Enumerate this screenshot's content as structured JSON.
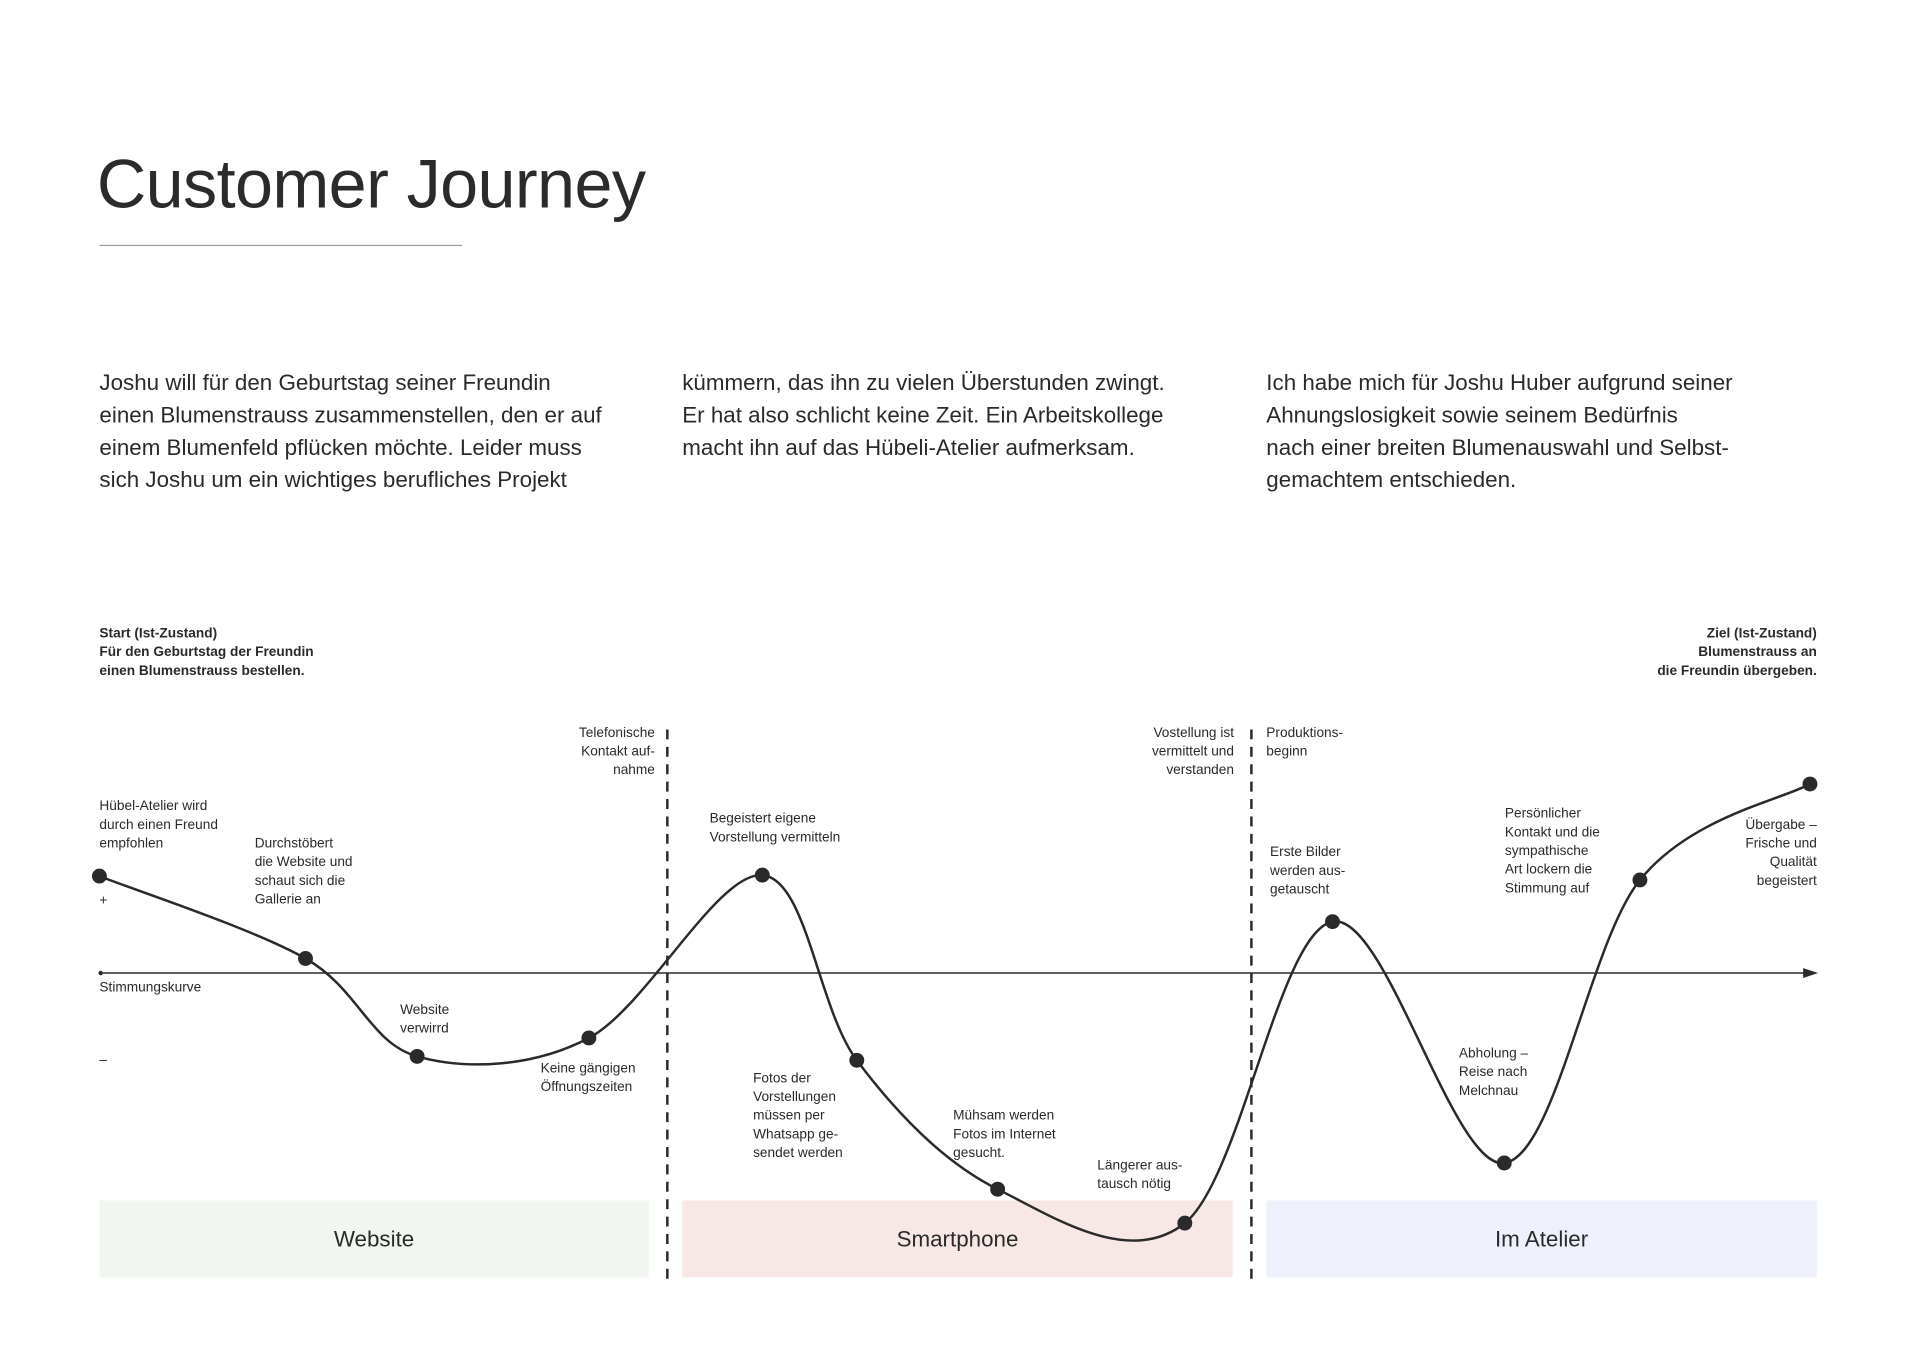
{
  "title": "Customer Journey",
  "paragraphs": [
    "Joshu will für den Geburtstag seiner Freundin\neinen Blumenstrauss zusammenstellen, den er auf\neinem Blumenfeld pflücken möchte. Leider muss\nsich Joshu um ein wichtiges berufliches Projekt",
    "kümmern, das ihn zu vielen Überstunden zwingt.\nEr hat also schlicht keine Zeit. Ein Arbeitskollege\nmacht ihn auf das Hübeli-Atelier aufmerksam.",
    "Ich habe mich für Joshu Huber aufgrund seiner\nAhnungslosigkeit sowie seinem Bedürfnis\nnach einer breiten Blumenauswahl und Selbst-\ngemachtem entschieden."
  ],
  "chart_data": {
    "type": "line",
    "title": "Stimmungskurve",
    "axis_label": "Stimmungskurve",
    "plus_label": "+",
    "minus_label": "–",
    "start": "Start (Ist-Zustand)\nFür den Geburtstag der Freundin\neinen Blumenstrauss bestellen.",
    "goal": "Ziel (Ist-Zustand)\nBlumenstrauss an\ndie Freundin übergeben.",
    "x_range": [
      0,
      1
    ],
    "y_range": [
      -3,
      2.5
    ],
    "points": [
      {
        "t": 0.0,
        "mood": 1.0,
        "label": "Hübel-Atelier wird\ndurch einen Freund\nempfohlen"
      },
      {
        "t": 0.12,
        "mood": 0.15,
        "label": "Durchstöbert\ndie Website und\nschaut sich die\nGallerie an"
      },
      {
        "t": 0.185,
        "mood": -0.86,
        "label": "Website\nverwirrd"
      },
      {
        "t": 0.285,
        "mood": -0.67,
        "label": "Keine gängigen\nÖffnungszeiten"
      },
      {
        "t": 0.386,
        "mood": 1.01,
        "label": "Begeistert eigene\nVorstellung vermitteln"
      },
      {
        "t": 0.441,
        "mood": -0.9,
        "label": "Fotos der\nVorstellungen\nmüssen per\nWhatsapp ge-\nsendet werden"
      },
      {
        "t": 0.523,
        "mood": -2.23,
        "label": "Mühsam werden\nFotos im Internet\ngesucht."
      },
      {
        "t": 0.632,
        "mood": -2.58,
        "label": "Längerer aus-\ntausch nötig"
      },
      {
        "t": 0.718,
        "mood": 0.53,
        "label": "Erste Bilder\nwerden aus-\ngetauscht"
      },
      {
        "t": 0.818,
        "mood": -1.96,
        "label": "Abholung –\nReise nach\nMelchnau"
      },
      {
        "t": 0.897,
        "mood": 0.96,
        "label": "Persönlicher\nKontakt und die\nsympathische\nArt lockern die\nStimmung auf"
      },
      {
        "t": 0.996,
        "mood": 1.95,
        "label": "Übergabe –\nFrische und\nQualität\nbegeistert"
      }
    ],
    "milestones": [
      {
        "t": 0.331,
        "before": "Telefonische\nKontakt auf-\nnahme"
      },
      {
        "t": 0.671,
        "before": "Vostellung ist\nvermittelt und\nverstanden",
        "after": "Produktions-\nbeginn"
      }
    ],
    "phases": [
      {
        "label": "Website",
        "color": "#f1f6f0"
      },
      {
        "label": "Smartphone",
        "color": "#f7e8e6"
      },
      {
        "label": "Im Atelier",
        "color": "#eef1fb"
      }
    ]
  }
}
